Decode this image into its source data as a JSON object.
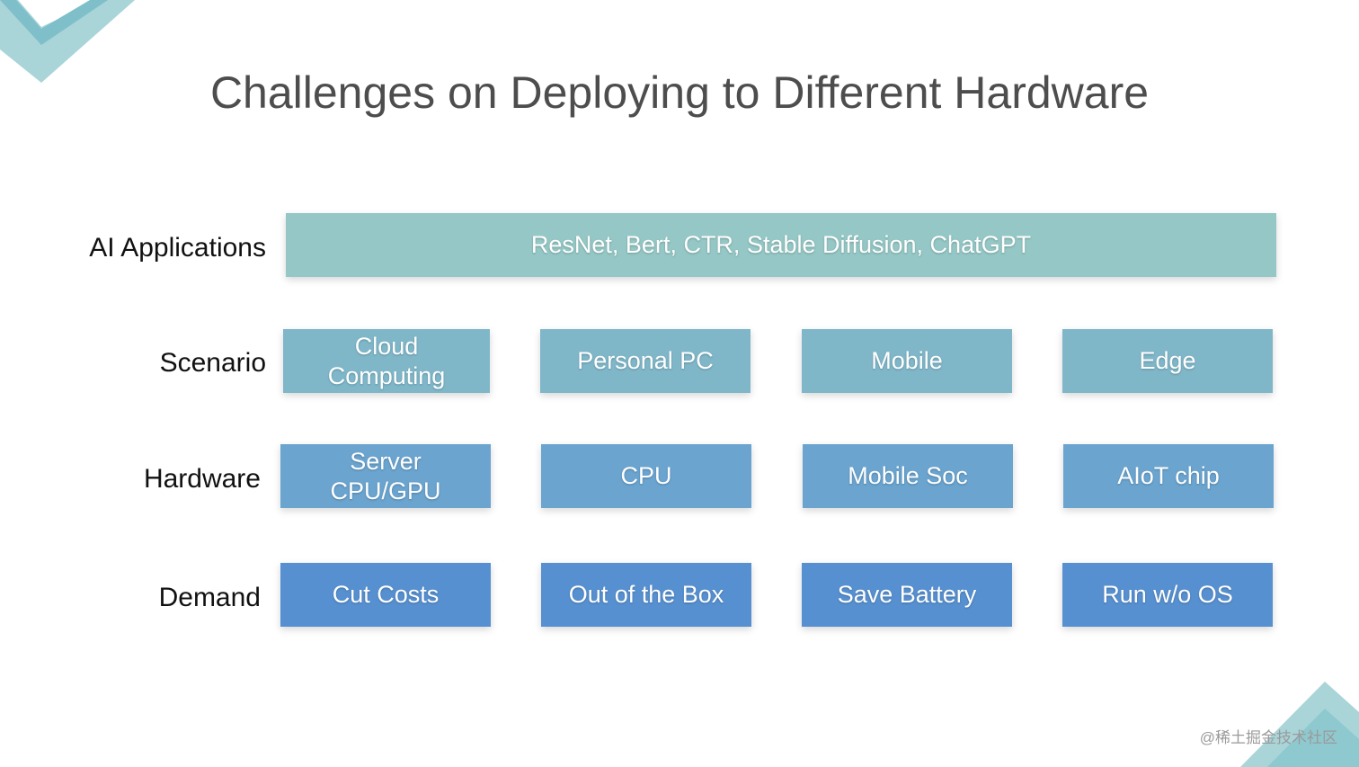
{
  "title": "Challenges on Deploying to Different Hardware",
  "rows": {
    "applications": {
      "label": "AI Applications",
      "items": [
        "ResNet, Bert, CTR, Stable Diffusion, ChatGPT"
      ]
    },
    "scenario": {
      "label": "Scenario",
      "items": [
        "Cloud Computing",
        "Personal PC",
        "Mobile",
        "Edge"
      ]
    },
    "hardware": {
      "label": "Hardware",
      "items": [
        "Server CPU/GPU",
        "CPU",
        "Mobile Soc",
        "AIoT chip"
      ]
    },
    "demand": {
      "label": "Demand",
      "items": [
        "Cut Costs",
        "Out of the Box",
        "Save Battery",
        "Run w/o OS"
      ]
    }
  },
  "watermark": "@稀土掘金技术社区",
  "colors": {
    "applications": "#94c7c5",
    "scenario": "#7fb7c9",
    "hardware": "#6aa4cf",
    "demand": "#5790d0",
    "accent": "#8ec9cf"
  }
}
